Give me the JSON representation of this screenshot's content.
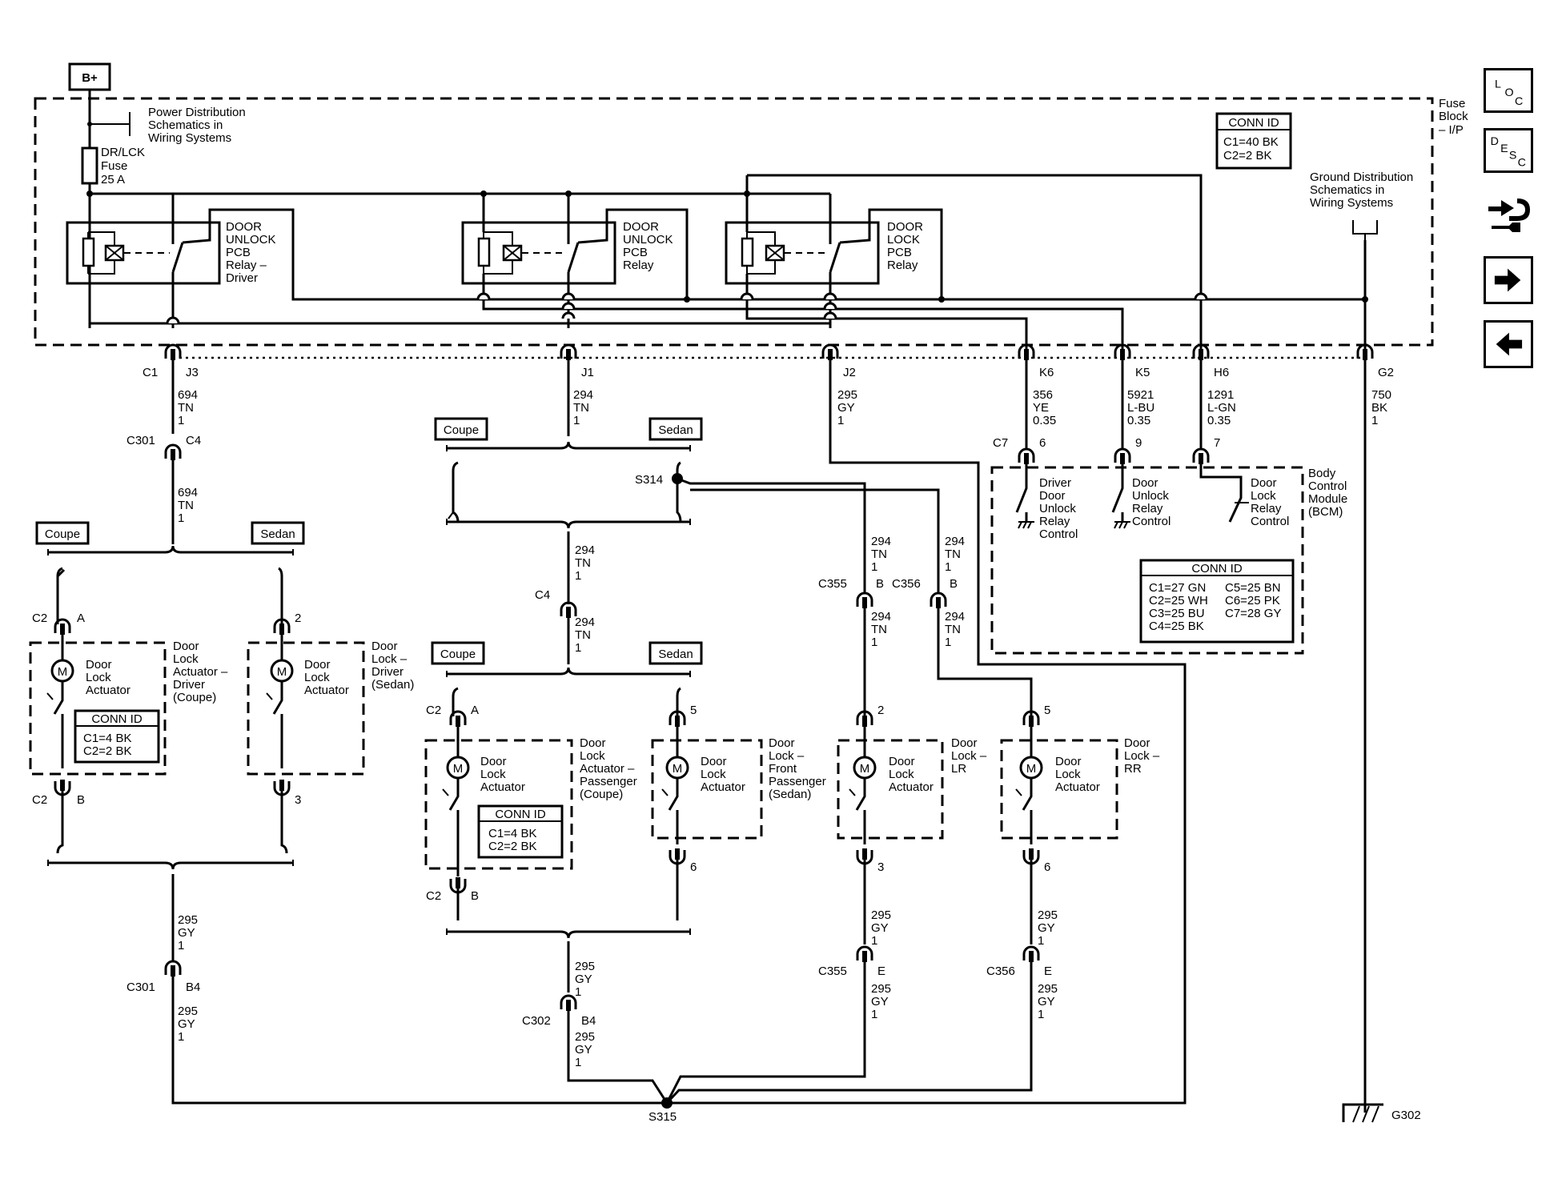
{
  "title_box": "B+",
  "fuse_block": {
    "label_l1": "Fuse",
    "label_l2": "Block",
    "label_l3": "– I/P"
  },
  "power_dist": {
    "l1": "Power Distribution",
    "l2": "Schematics in",
    "l3": "Wiring Systems"
  },
  "ground_dist": {
    "l1": "Ground Distribution",
    "l2": "Schematics in",
    "l3": "Wiring Systems"
  },
  "fuse": {
    "l1": "DR/LCK",
    "l2": "Fuse",
    "l3": "25 A"
  },
  "conn_ids": {
    "fuse_block": {
      "title": "CONN ID",
      "l1": "C1=40 BK",
      "l2": "C2=2 BK"
    },
    "bcm": {
      "title": "CONN ID",
      "l1": "C1=27 GN",
      "l2": "C2=25 WH",
      "l3": "C3=25 BU",
      "l4": "C4=25 BK",
      "r1": "C5=25 BN",
      "r2": "C6=25 PK",
      "r3": "C7=28 GY"
    },
    "driver_actuator": {
      "title": "CONN ID",
      "l1": "C1=4 BK",
      "l2": "C2=2 BK"
    },
    "pass_actuator": {
      "title": "CONN ID",
      "l1": "C1=4 BK",
      "l2": "C2=2 BK"
    }
  },
  "relays": {
    "r1": {
      "l1": "DOOR",
      "l2": "UNLOCK",
      "l3": "PCB",
      "l4": "Relay –",
      "l5": "Driver"
    },
    "r2": {
      "l1": "DOOR",
      "l2": "UNLOCK",
      "l3": "PCB",
      "l4": "Relay"
    },
    "r3": {
      "l1": "DOOR",
      "l2": "LOCK",
      "l3": "PCB",
      "l4": "Relay"
    }
  },
  "pins": {
    "c1": "C1",
    "j3": "J3",
    "j1": "J1",
    "j2": "J2",
    "k6": "K6",
    "k5": "K5",
    "h6": "H6",
    "g2": "G2",
    "c7": "C7",
    "p6": "6",
    "p9": "9",
    "p7": "7",
    "c301a": "C301",
    "c4a": "C4",
    "c4b": "C4",
    "c2a": "C2",
    "pa": "A",
    "p2a": "2",
    "c2b": "C2",
    "pb": "B",
    "p3a": "3",
    "c2c": "C2",
    "pc": "A",
    "p5a": "5",
    "c2d": "C2",
    "pd": "B",
    "p6a": "6",
    "c355a": "C355",
    "pb1": "B",
    "c356a": "C356",
    "pb2": "B",
    "p2b": "2",
    "p3b": "3",
    "p5b": "5",
    "p6b": "6",
    "c301b": "C301",
    "b4a": "B4",
    "c302": "C302",
    "b4b": "B4",
    "c355b": "C355",
    "pe1": "E",
    "c356b": "C356",
    "pe2": "E",
    "s314": "S314",
    "s315": "S315",
    "g302": "G302"
  },
  "wires": {
    "w694a": [
      "694",
      "TN",
      "1"
    ],
    "w694b": [
      "694",
      "TN",
      "1"
    ],
    "w294a": [
      "294",
      "TN",
      "1"
    ],
    "w295a": [
      "295",
      "GY",
      "1"
    ],
    "w356": [
      "356",
      "YE",
      "0.35"
    ],
    "w5921": [
      "5921",
      "L-BU",
      "0.35"
    ],
    "w1291": [
      "1291",
      "L-GN",
      "0.35"
    ],
    "w750": [
      "750",
      "BK",
      "1"
    ],
    "w294b": [
      "294",
      "TN",
      "1"
    ],
    "w294c": [
      "294",
      "TN",
      "1"
    ],
    "w294d": [
      "294",
      "TN",
      "1"
    ],
    "w294e": [
      "294",
      "TN",
      "1"
    ],
    "w294f": [
      "294",
      "TN",
      "1"
    ],
    "w294g": [
      "294",
      "TN",
      "1"
    ],
    "w295b": [
      "295",
      "GY",
      "1"
    ],
    "w295c": [
      "295",
      "GY",
      "1"
    ],
    "w295d": [
      "295",
      "GY",
      "1"
    ],
    "w295e": [
      "295",
      "GY",
      "1"
    ],
    "w295f": [
      "295",
      "GY",
      "1"
    ],
    "w295g": [
      "295",
      "GY",
      "1"
    ],
    "w295h": [
      "295",
      "GY",
      "1"
    ],
    "w295i": [
      "295",
      "GY",
      "1"
    ]
  },
  "options": {
    "coupe1": "Coupe",
    "sedan1": "Sedan",
    "coupe2": "Coupe",
    "sedan2": "Sedan",
    "coupe3": "Coupe",
    "sedan3": "Sedan"
  },
  "bcm": {
    "title": {
      "l1": "Body",
      "l2": "Control",
      "l3": "Module",
      "l4": "(BCM)"
    },
    "sw1": {
      "l1": "Driver",
      "l2": "Door",
      "l3": "Unlock",
      "l4": "Relay",
      "l5": "Control"
    },
    "sw2": {
      "l1": "Door",
      "l2": "Unlock",
      "l3": "Relay",
      "l4": "Control"
    },
    "sw3": {
      "l1": "Door",
      "l2": "Lock",
      "l3": "Relay",
      "l4": "Control"
    }
  },
  "actuators": {
    "motor": "M",
    "a1": {
      "inner1": "Door",
      "inner2": "Lock",
      "inner3": "Actuator",
      "o1": "Door",
      "o2": "Lock",
      "o3": "Actuator –",
      "o4": "Driver",
      "o5": "(Coupe)"
    },
    "a2": {
      "inner1": "Door",
      "inner2": "Lock",
      "inner3": "Actuator",
      "o1": "Door",
      "o2": "Lock –",
      "o3": "Driver",
      "o4": "(Sedan)"
    },
    "a3": {
      "inner1": "Door",
      "inner2": "Lock",
      "inner3": "Actuator",
      "o1": "Door",
      "o2": "Lock",
      "o3": "Actuator –",
      "o4": "Passenger",
      "o5": "(Coupe)"
    },
    "a4": {
      "inner1": "Door",
      "inner2": "Lock",
      "inner3": "Actuator",
      "o1": "Door",
      "o2": "Lock –",
      "o3": "Front",
      "o4": "Passenger",
      "o5": "(Sedan)"
    },
    "a5": {
      "inner1": "Door",
      "inner2": "Lock",
      "inner3": "Actuator",
      "o1": "Door",
      "o2": "Lock –",
      "o3": "LR"
    },
    "a6": {
      "inner1": "Door",
      "inner2": "Lock",
      "inner3": "Actuator",
      "o1": "Door",
      "o2": "Lock –",
      "o3": "RR"
    }
  },
  "side_nav": {
    "loc": [
      "L",
      "O",
      "C"
    ],
    "desc": [
      "D",
      "E",
      "S",
      "C"
    ]
  }
}
